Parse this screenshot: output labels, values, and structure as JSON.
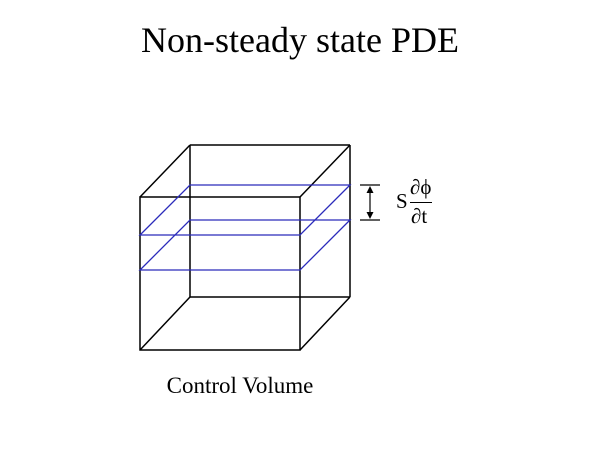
{
  "title": "Non-steady state PDE",
  "caption": "Control Volume",
  "formula": {
    "coefficient": "S",
    "numerator": "∂ϕ",
    "denominator": "∂t"
  },
  "colors": {
    "cube_edges": "#000000",
    "slice_planes": "#2b2bbb",
    "background": "#ffffff"
  }
}
